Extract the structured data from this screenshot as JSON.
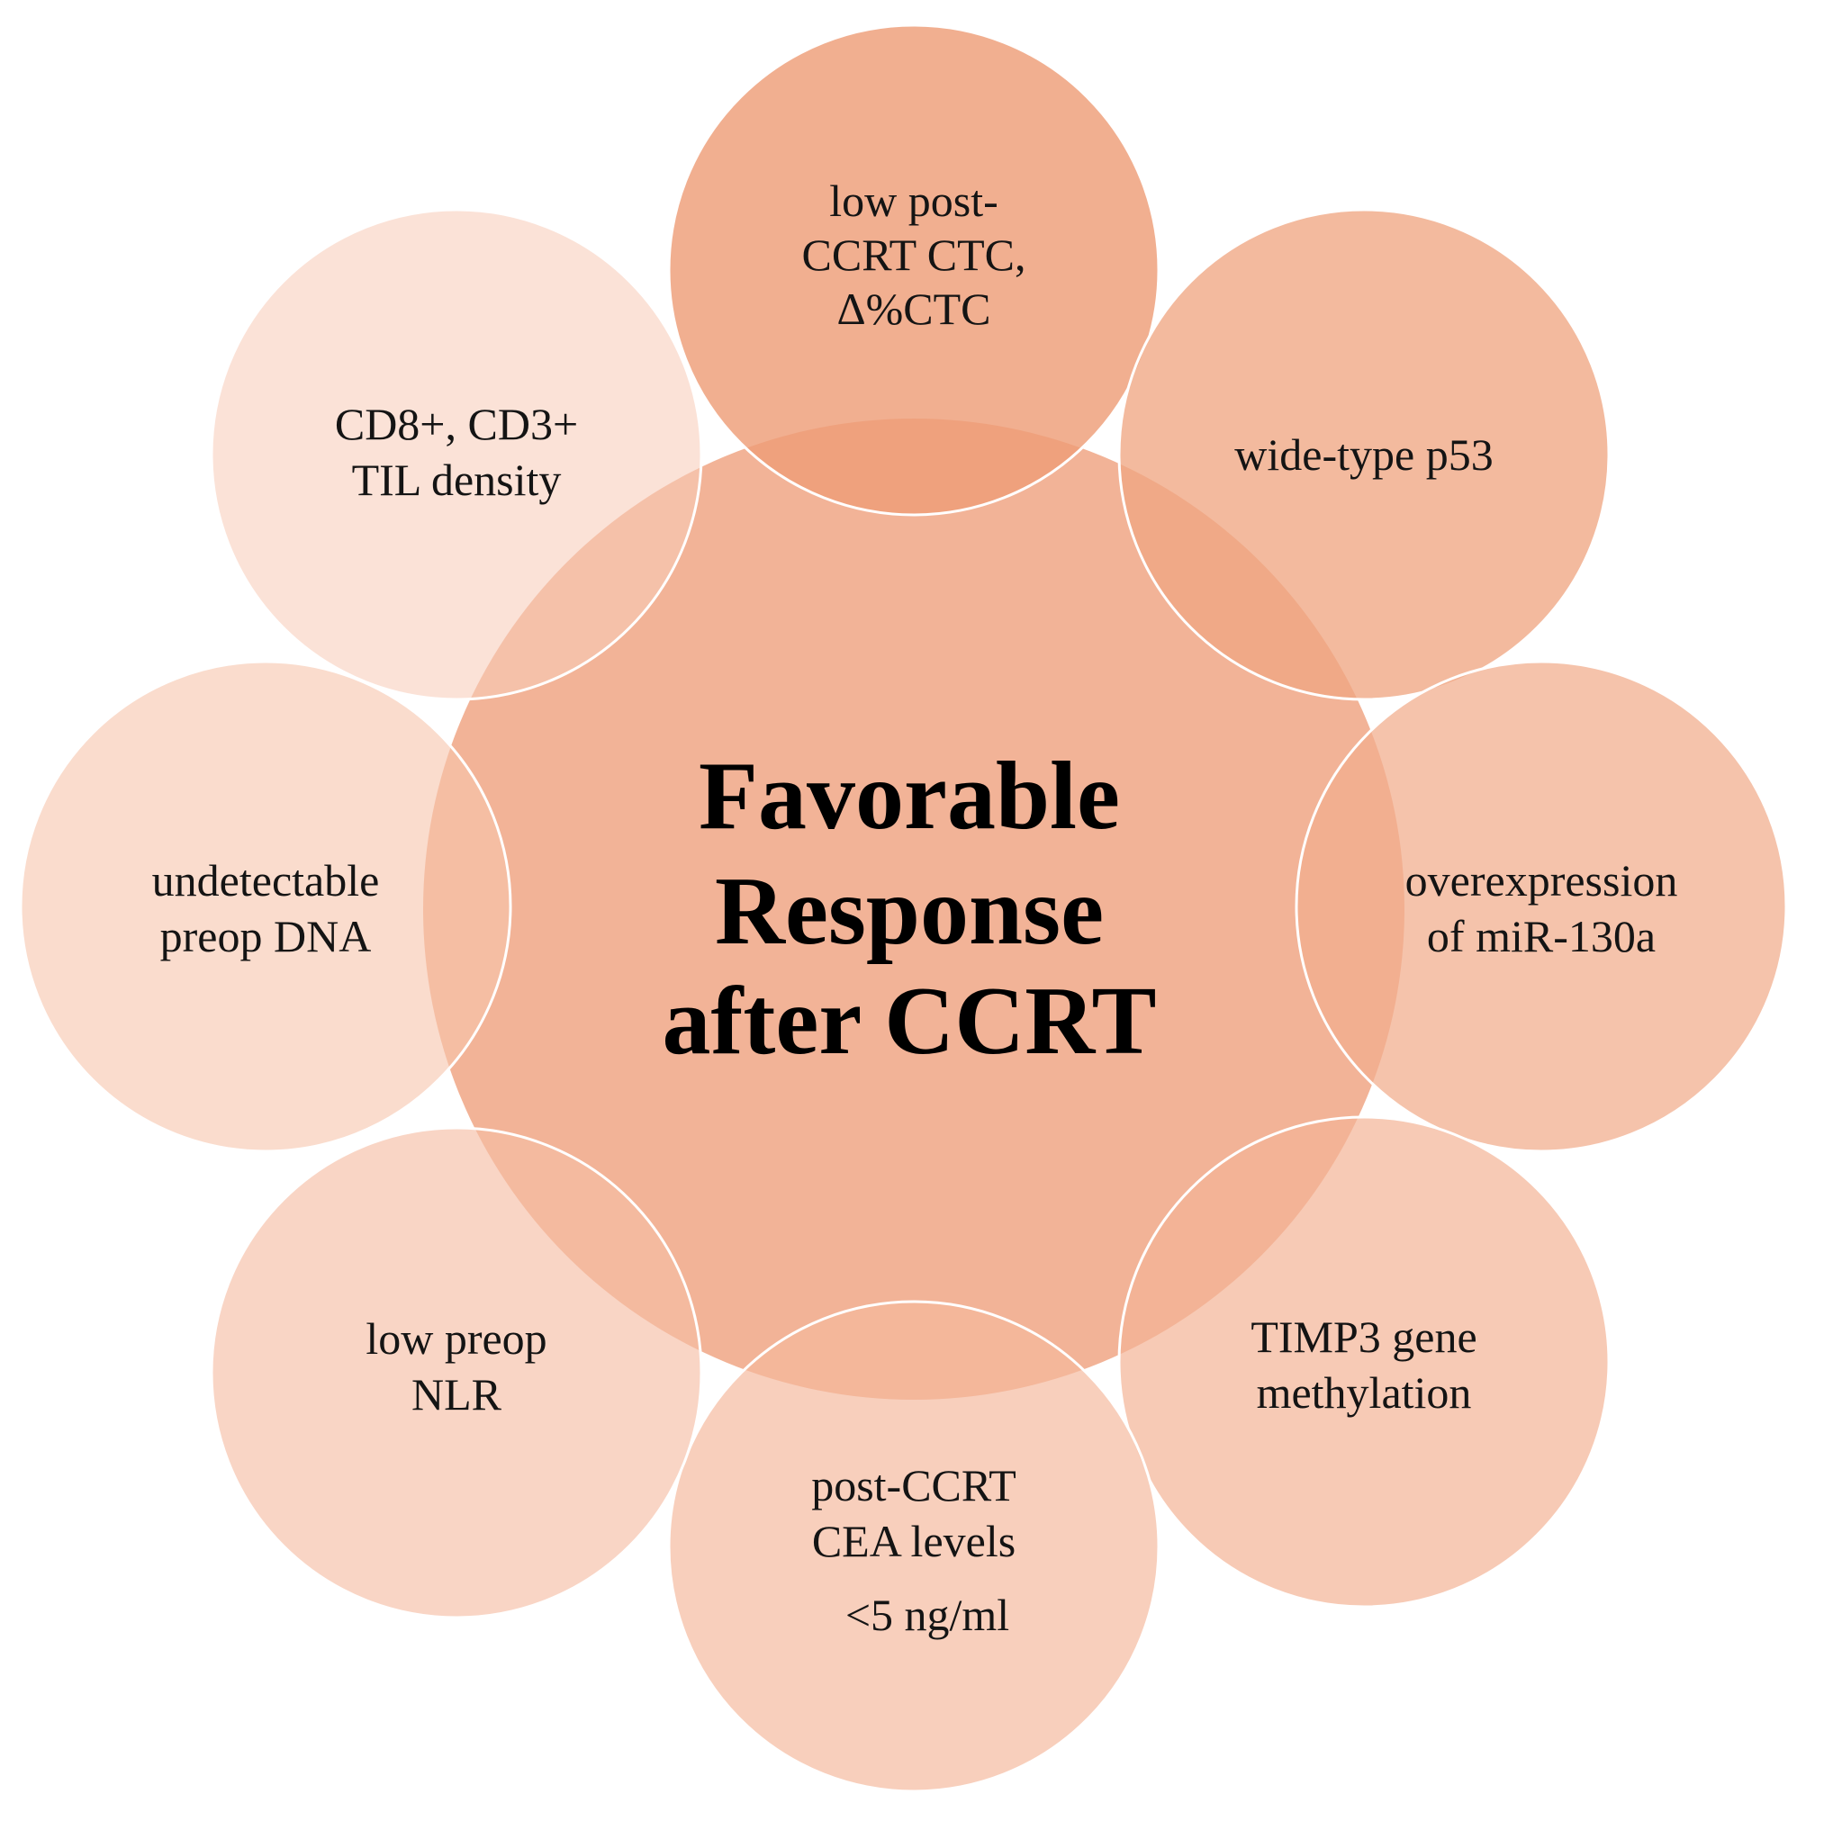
{
  "colors": {
    "background": "#ffffff",
    "center_fill": "#ec936b",
    "center_opacity": 0.7,
    "petal_stroke": "#ffffff",
    "text": "#141414"
  },
  "center": {
    "lines": [
      "Favorable",
      "Response",
      "after CCRT"
    ]
  },
  "petals": [
    {
      "id": "top",
      "fill": "#ee9d78",
      "opacity": 0.82,
      "lines": [
        "low post-",
        "CCRT CTC,",
        "Δ%CTC"
      ]
    },
    {
      "id": "upper-right",
      "fill": "#f0a683",
      "opacity": 0.78,
      "lines": [
        "wide-type p53"
      ]
    },
    {
      "id": "right",
      "fill": "#f2ae8d",
      "opacity": 0.74,
      "lines": [
        "overexpression",
        "of miR-130a"
      ]
    },
    {
      "id": "lower-right",
      "fill": "#f3b496",
      "opacity": 0.7,
      "lines": [
        "TIMP3 gene",
        "methylation"
      ]
    },
    {
      "id": "bottom",
      "fill": "#f4b89c",
      "opacity": 0.68,
      "lines": [
        "post-CCRT",
        "CEA levels",
        "<5 ng/ml"
      ]
    },
    {
      "id": "lower-left",
      "fill": "#f5bea5",
      "opacity": 0.64,
      "lines": [
        "low preop",
        "NLR"
      ]
    },
    {
      "id": "left",
      "fill": "#f6c4ac",
      "opacity": 0.6,
      "lines": [
        "undetectable",
        "preop DNA"
      ]
    },
    {
      "id": "upper-left",
      "fill": "#f8ccb8",
      "opacity": 0.56,
      "lines": [
        "CD8+, CD3+",
        "TIL density"
      ]
    }
  ]
}
